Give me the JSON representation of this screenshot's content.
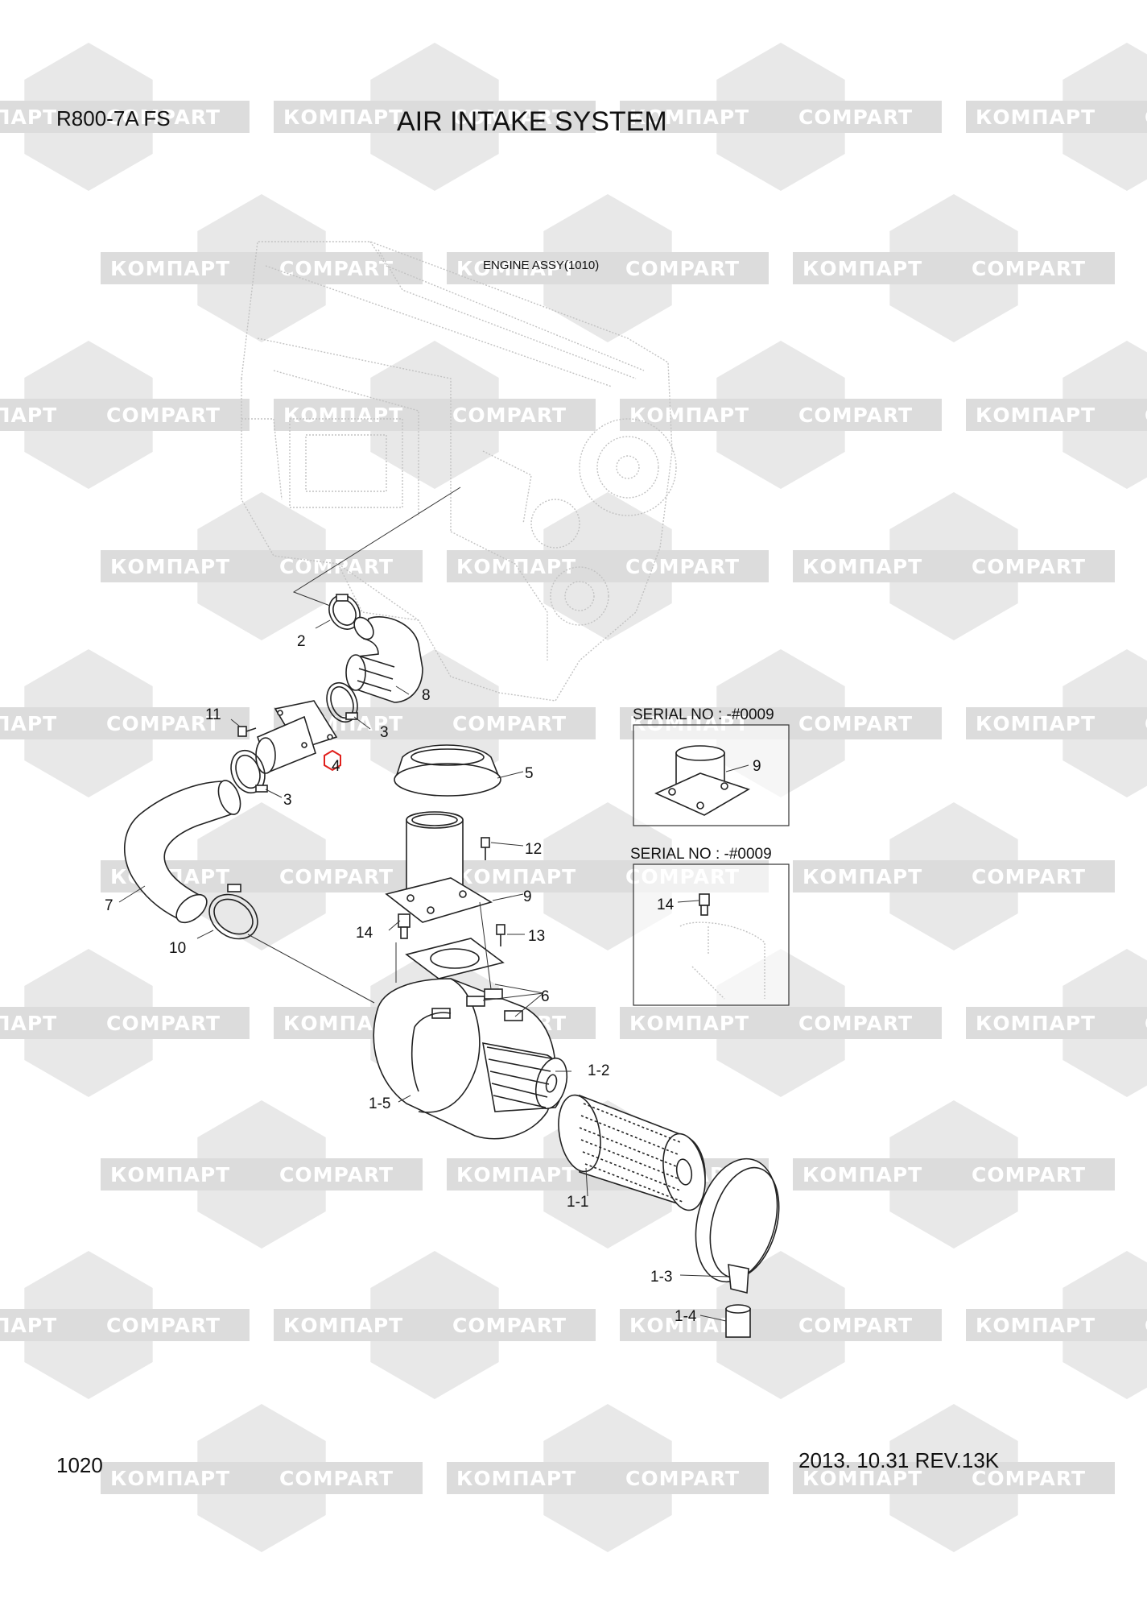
{
  "header": {
    "model": "R800-7A FS",
    "title": "AIR INTAKE SYSTEM"
  },
  "footer": {
    "page_number": "1020",
    "revision": "2013. 10.31  REV.13K"
  },
  "engine_label": "ENGINE ASSY(1010)",
  "watermark": {
    "word_latin": "COMPART",
    "word_cyrillic": "КОМПАРТ"
  },
  "serial_boxes": [
    {
      "title": "SERIAL NO : -#0009",
      "callout": "9"
    },
    {
      "title": "SERIAL NO : -#0009",
      "callout": "14"
    }
  ],
  "callouts": [
    "2",
    "8",
    "11",
    "3",
    "4",
    "3",
    "5",
    "7",
    "12",
    "9",
    "10",
    "14",
    "13",
    "6",
    "1-2",
    "1-5",
    "1-1",
    "1-3",
    "1-4"
  ],
  "highlight_color": "#e0201c"
}
